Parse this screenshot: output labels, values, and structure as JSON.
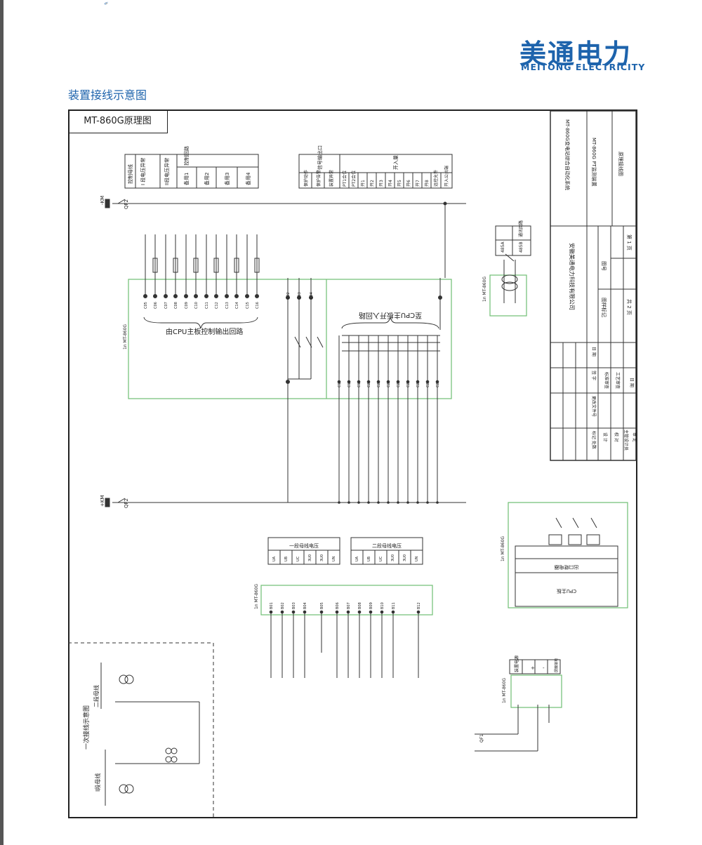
{
  "brand": {
    "name_cn": "美通电力",
    "name_en": "MEITONG ELECTRICITY",
    "colors": {
      "blue": "#1d63ac",
      "orange": "#f29b1d"
    }
  },
  "page": {
    "section_title": "装置接线示意图",
    "drawing_name": "MT-860G原理图"
  },
  "control_table": {
    "col0": "控制母线",
    "col1": "I 段电压异常",
    "col2": "II段电压异常",
    "group_header": "控制回路",
    "spares": [
      "备用1",
      "备用2",
      "备用3",
      "备用4"
    ]
  },
  "signal_table": {
    "header": "信号输出口",
    "rows": [
      "保护动作",
      "保护告警",
      "装置异常"
    ]
  },
  "input_table": {
    "header": "开入量",
    "rows": [
      "PT1合位",
      "PT2合位",
      "开1",
      "开2",
      "开3",
      "开4",
      "开5",
      "开6",
      "开7",
      "开8",
      "远控允许",
      "开入公共端"
    ]
  },
  "comm_table": {
    "header": "通讯回路",
    "rows": [
      "485A",
      "485B"
    ]
  },
  "bus_voltage": {
    "bus1_header": "一段母线电压",
    "bus1_cols": [
      "UA",
      "UB",
      "UC",
      "3U0",
      "3U0",
      "UN"
    ],
    "bus2_header": "二段母线电压",
    "bus2_cols": [
      "UA",
      "UB",
      "UC",
      "3U0",
      "3U0",
      "UN"
    ]
  },
  "power_table": {
    "header": "装置电源",
    "rows": [
      "+",
      "-",
      "屏蔽接地"
    ]
  },
  "labels": {
    "km_top": "-KM",
    "qf_top": "QF2",
    "km_mid": "+KM",
    "qf_mid": "QF2",
    "device": "1n MT-860G",
    "cpu_output": "由CPU主板控制输出回路",
    "cpu_input": "至CPU主板开入回路",
    "cpu_board": "CPU主板",
    "out_relay": "出口继电器",
    "bus_I": "I段母线",
    "bus_II": "二段母线",
    "primary": "一次接线示意图",
    "qf1": "QF1"
  },
  "terminals": {
    "outputs": [
      "C05",
      "C06",
      "C07",
      "C08",
      "C09",
      "C10",
      "C11",
      "C12",
      "C13",
      "C14",
      "C15",
      "C16"
    ],
    "signals": [
      "C02",
      "C03",
      "C04"
    ],
    "inputs": [
      "C17",
      "C18",
      "C19",
      "C20",
      "C21",
      "C22",
      "C23",
      "C24",
      "C25",
      "C26",
      "C27"
    ],
    "voltage_in": [
      "B01",
      "B02",
      "B03",
      "B04",
      "B05",
      "B06",
      "B07",
      "B08",
      "B09",
      "B10",
      "B11",
      "B12"
    ]
  },
  "title_block": {
    "system": "MT-860G变电站综合自动化系统",
    "product": "MT-860G PT监测装置",
    "drawing": "原理接线图",
    "company": "安徽美通电力科技有限公司",
    "code_label": "图号",
    "marks_label": "图样标记",
    "sheet_total": "共 2 页",
    "sheet_no": "第 1 页",
    "rows": [
      "标记 处数",
      "设 计",
      "校 对",
      "主管设计员",
      "审 定"
    ],
    "col_heads": [
      "更改文件号",
      "签 字",
      "日 期"
    ],
    "reviews": [
      "标准审查",
      "工艺审查",
      "日 期"
    ]
  }
}
